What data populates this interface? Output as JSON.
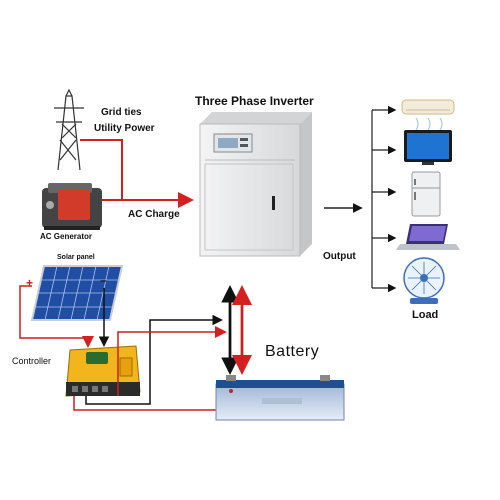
{
  "labels": {
    "title": "Three Phase Inverter",
    "grid_line1": "Grid ties",
    "grid_line2": "Utility Power",
    "ac_charge": "AC Charge",
    "ac_generator": "AC Generator",
    "solar_panel": "Solar panel",
    "controller": "Controller",
    "battery": "Battery",
    "output": "Output",
    "load": "Load",
    "plus": "+",
    "minus": "–"
  },
  "colors": {
    "dc_positive": "#cc1f1f",
    "dc_negative": "#111111",
    "ac_line": "#d42020",
    "output_line": "#222222",
    "inverter_body": "#e9eaeb",
    "controller_body": "#f2b51c",
    "battery_body": "#d7e3f1",
    "solar_cell": "#2a5cb8"
  }
}
